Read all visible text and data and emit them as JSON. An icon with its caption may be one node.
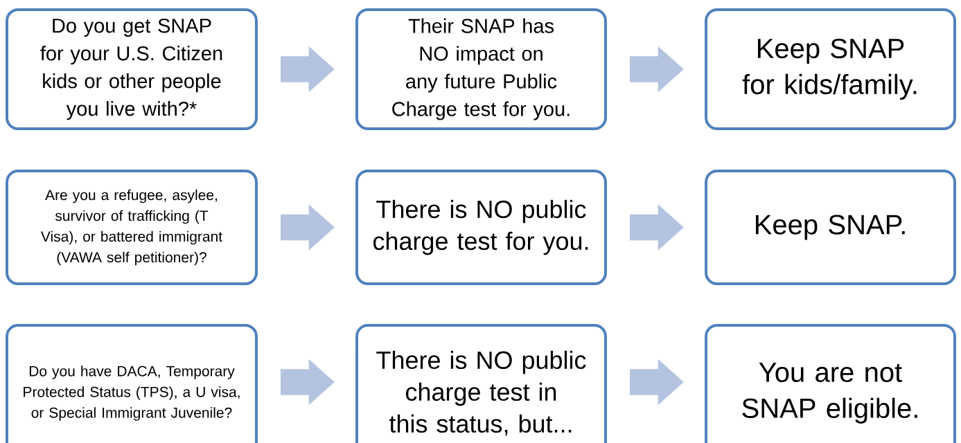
{
  "diagram": {
    "nodes": [
      {
        "text": [
          "Do you get SNAP for your U.S. Citizen kids or other people you live with?*"
        ]
      },
      {
        "text": [
          "Their SNAP has NO impact on any future Public Charge test for you."
        ]
      },
      {
        "text": [
          "Keep SNAP for kids/family."
        ]
      },
      {
        "text": [
          "Are you a refugee, asylee, survivor of trafficking (T Visa), or battered immigrant (VAWA self petitioner)?"
        ]
      },
      {
        "text": [
          "There is NO public charge test for you."
        ]
      },
      {
        "text": [
          "Keep SNAP."
        ]
      },
      {
        "text": [
          "Do you have DACA, Temporary Protected Status (TPS), a U visa, or Special Immigrant Juvenile?"
        ]
      },
      {
        "text": [
          "There is NO public charge test in this status, but..."
        ]
      },
      {
        "text": [
          "You are not SNAP eligible."
        ]
      }
    ],
    "edges": [
      {
        "from": 0,
        "to": 1,
        "arrow": "to"
      },
      {
        "from": 1,
        "to": 2,
        "arrow": "to"
      },
      {
        "from": 3,
        "to": 4,
        "arrow": "to"
      },
      {
        "from": 4,
        "to": 5,
        "arrow": "to"
      },
      {
        "from": 6,
        "to": 7,
        "arrow": "to"
      },
      {
        "from": 7,
        "to": 8,
        "arrow": "to"
      }
    ]
  }
}
